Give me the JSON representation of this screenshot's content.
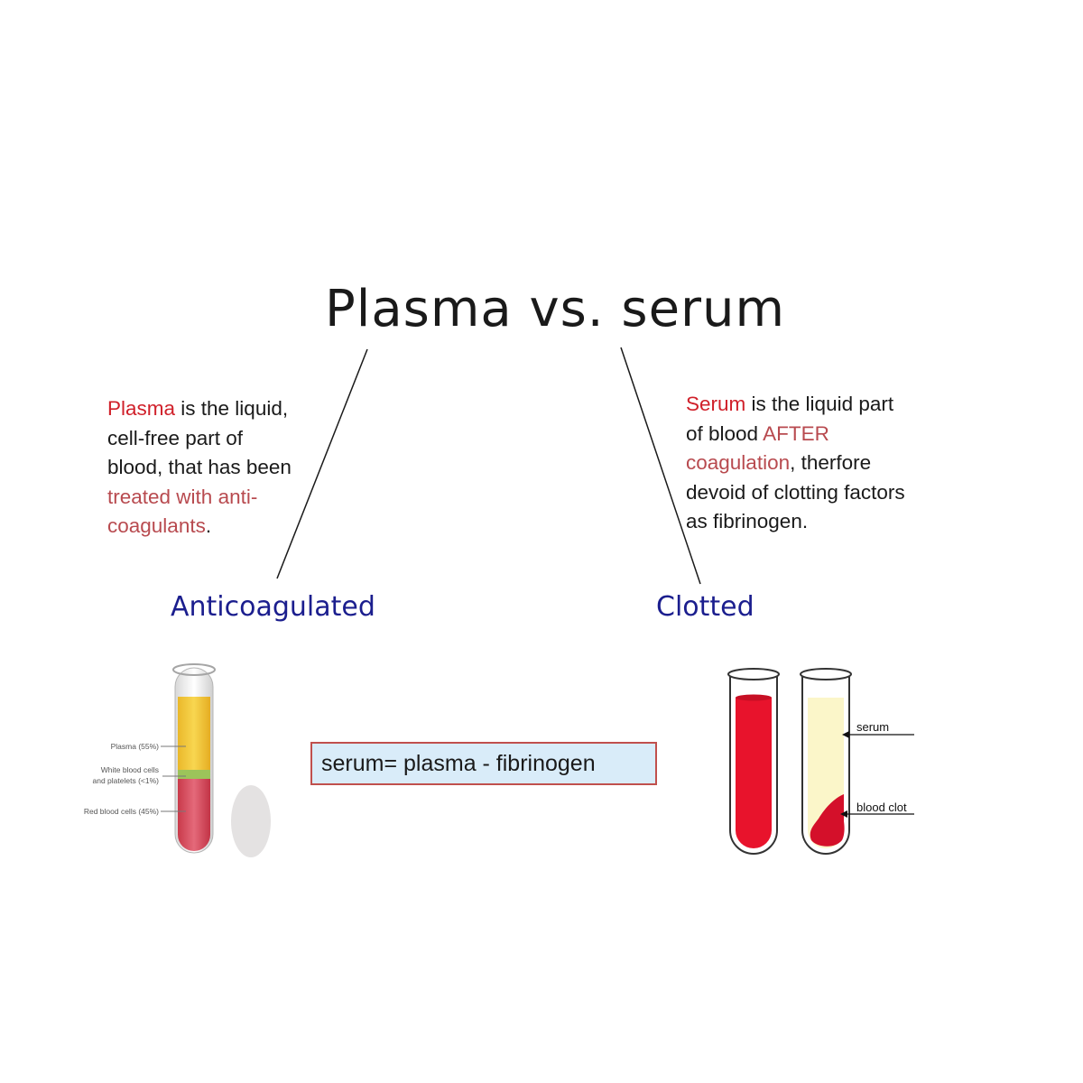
{
  "title": "Plasma vs. serum",
  "plasma": {
    "lines": [
      {
        "pre": "",
        "term": "Plasma",
        "post": " is the liquid,"
      },
      {
        "text": "cell-free part of"
      },
      {
        "text": "blood, that has been"
      },
      {
        "hl": "treated with anti-"
      },
      {
        "hl": "coagulants",
        "post": "."
      }
    ],
    "caption": "Anticoagulated",
    "tube_labels": {
      "plasma": "Plasma (55%)",
      "wbc_line1": "White blood cells",
      "wbc_line2": "and platelets (<1%)",
      "rbc": "Red blood cells (45%)"
    }
  },
  "serum": {
    "lines": [
      {
        "term": "Serum",
        "post": " is the liquid part"
      },
      {
        "pre": "of blood ",
        "hl": "AFTER"
      },
      {
        "hl": "coagulation",
        "post": ", therfore"
      },
      {
        "text": "devoid of clotting factors"
      },
      {
        "text": "as fibrinogen."
      }
    ],
    "caption": "Clotted",
    "tube_labels": {
      "serum": "serum",
      "clot": "blood clot"
    }
  },
  "formula": "serum= plasma - fibrinogen",
  "colors": {
    "term_red": "#d0202a",
    "highlight": "#b84a4f",
    "caption_blue": "#1b1e8e",
    "formula_bg": "#d9ecf9",
    "formula_border": "#c0504d",
    "blood_red": "#e8132c",
    "plasma_yellow": "#f5c83a",
    "serum_cream": "#fbf6c9"
  }
}
